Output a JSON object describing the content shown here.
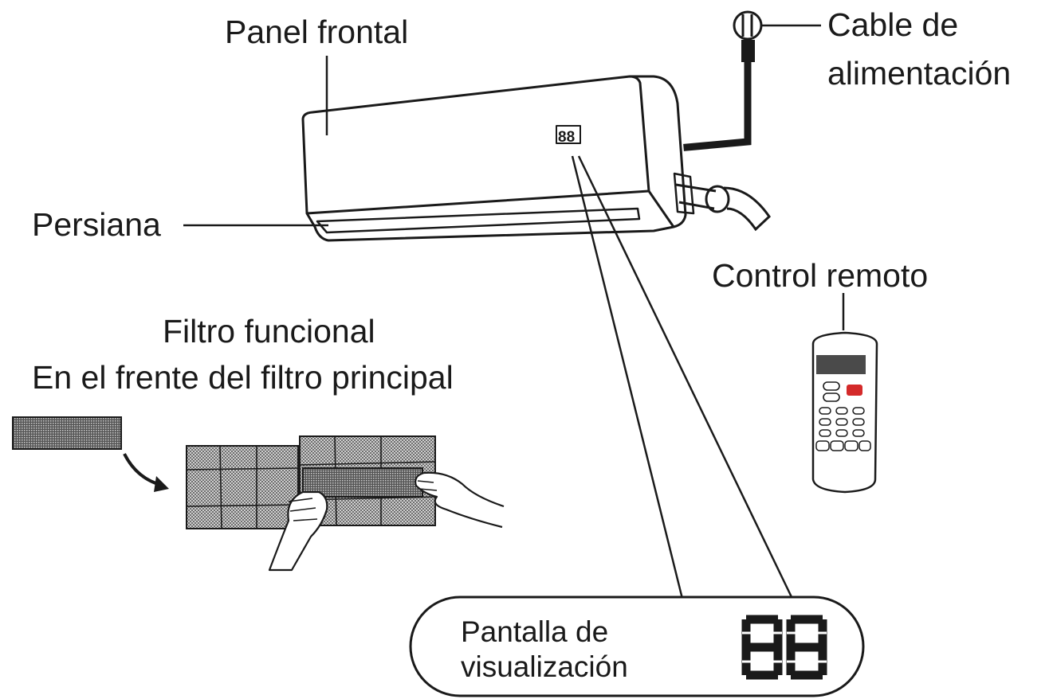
{
  "labels": {
    "front_panel": "Panel frontal",
    "power_cable_line1": "Cable de",
    "power_cable_line2": "alimentación",
    "louver": "Persiana",
    "remote_control": "Control remoto",
    "functional_filter_line1": "Filtro funcional",
    "functional_filter_line2": "En el frente del filtro principal",
    "display_line1": "Pantalla de",
    "display_line2": "visualización"
  },
  "display_digits": "88",
  "colors": {
    "ink": "#1a1a1a",
    "remote_red_button": "#d42a2a",
    "filter_mesh": "#9a9a9a"
  }
}
